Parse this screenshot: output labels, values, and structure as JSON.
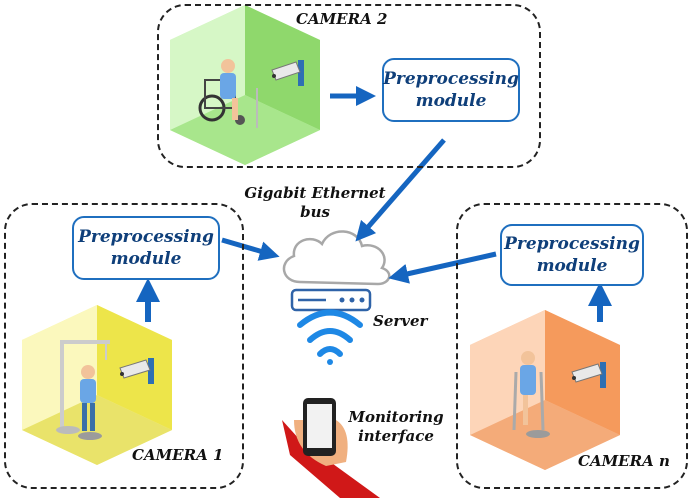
{
  "cameras": [
    {
      "label": "CAMERA 2",
      "module": "Preprocessing\nmodule",
      "room_color": "#9fe07f"
    },
    {
      "label": "CAMERA 1",
      "module": "Preprocessing\nmodule",
      "room_color": "#f2ec5a"
    },
    {
      "label": "CAMERA n",
      "module": "Preprocessing\nmodule",
      "room_color": "#f7a36b"
    }
  ],
  "bus_label": "Gigabit Ethernet\nbus",
  "server_label": "Server",
  "monitor_label": "Monitoring\ninterface",
  "colors": {
    "arrow": "#1565c0",
    "module_border": "#1f6fbf",
    "wifi": "#1e88e5"
  },
  "icons": [
    "cloud-icon",
    "server-icon",
    "wifi-icon",
    "smartphone-icon",
    "security-camera-icon"
  ]
}
